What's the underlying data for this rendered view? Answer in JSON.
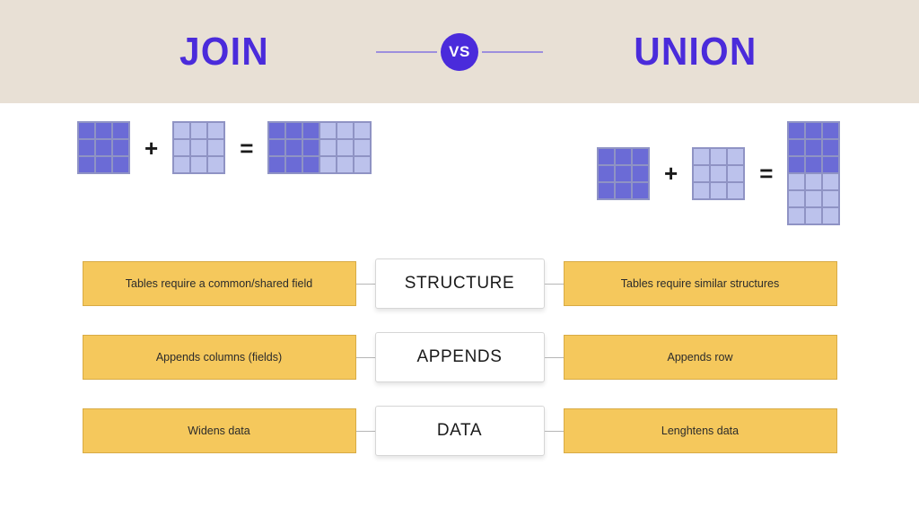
{
  "header": {
    "left_title": "JOIN",
    "right_title": "UNION",
    "vs_label": "VS",
    "band_color": "#e8e0d5",
    "title_color": "#4a2bdb",
    "rule_color": "#9d8fdd"
  },
  "diagrams": {
    "join": {
      "operand_a": {
        "cols": 3,
        "rows": 3,
        "fill": "dark"
      },
      "plus_sign": "+",
      "operand_b": {
        "cols": 3,
        "rows": 3,
        "fill": "light"
      },
      "equals_sign": "=",
      "result": {
        "cols": 6,
        "rows": 3,
        "pattern": "left-3-dark-right-3-light"
      }
    },
    "union": {
      "operand_a": {
        "cols": 3,
        "rows": 3,
        "fill": "dark"
      },
      "plus_sign": "+",
      "operand_b": {
        "cols": 3,
        "rows": 3,
        "fill": "light"
      },
      "equals_sign": "=",
      "result": {
        "cols": 3,
        "rows": 6,
        "pattern": "top-3-dark-bottom-3-light"
      }
    },
    "colors": {
      "dark_cell": "#6b6bd6",
      "light_cell": "#bcc2ec",
      "cell_border": "#8f93c4"
    }
  },
  "comparison": {
    "box_color": "#f5c85c",
    "rows": [
      {
        "left": "Tables require a common/shared field",
        "center": "STRUCTURE",
        "right": "Tables require similar structures"
      },
      {
        "left": "Appends columns (fields)",
        "center": "APPENDS",
        "right": "Appends row"
      },
      {
        "left": "Widens data",
        "center": "DATA",
        "right": "Lenghtens data"
      }
    ]
  }
}
